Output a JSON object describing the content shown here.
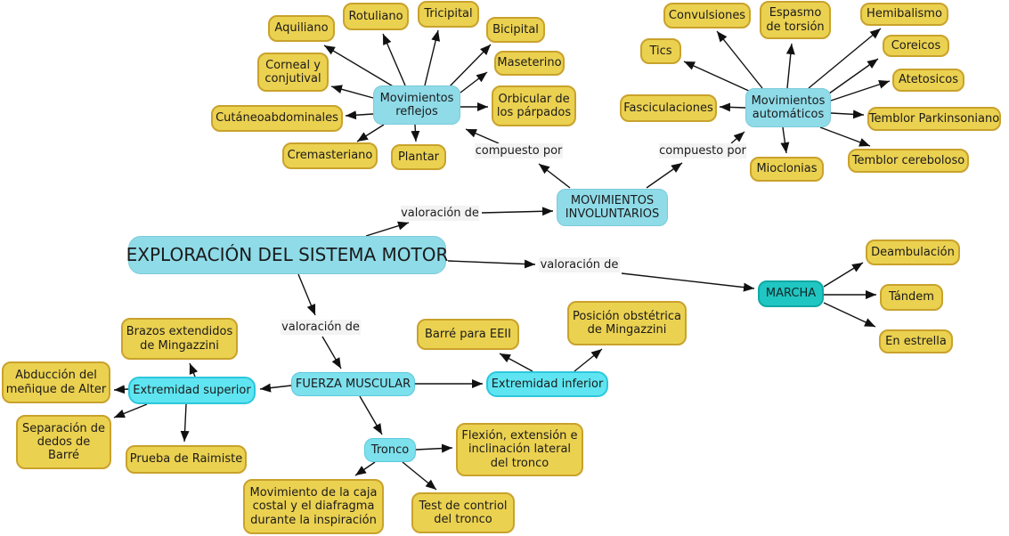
{
  "title": "EXPLORACIÓN DEL SISTEMA MOTOR",
  "canvas": {
    "background": "#FFFFFF"
  },
  "colors": {
    "leaf_fill": "#EBD150",
    "leaf_border": "#C9A22C",
    "concept_fill": "#8FDBE8",
    "concept_bright_fill": "#5FE5F1",
    "concept_bright_border": "#2CC7DC",
    "marcha_fill": "#20C6C2",
    "link_label_bg": "#F3F3F3",
    "arrow": "#111111",
    "text": "#1B1B1B"
  },
  "nodes": [
    {
      "id": "aquiliano",
      "label": "Aquiliano",
      "kind": "leaf"
    },
    {
      "id": "rotuliano",
      "label": "Rotuliano",
      "kind": "leaf"
    },
    {
      "id": "tricipital",
      "label": "Tricipital",
      "kind": "leaf"
    },
    {
      "id": "bicipital",
      "label": "Bicipital",
      "kind": "leaf"
    },
    {
      "id": "corneal-conjutival",
      "label": "Corneal y\nconjutival",
      "kind": "leaf"
    },
    {
      "id": "maseterino",
      "label": "Maseterino",
      "kind": "leaf"
    },
    {
      "id": "cutaneoabdominales",
      "label": "Cutáneoabdominales",
      "kind": "leaf"
    },
    {
      "id": "orbicular-parpados",
      "label": "Orbicular de\nlos párpados",
      "kind": "leaf"
    },
    {
      "id": "cremasteriano",
      "label": "Cremasteriano",
      "kind": "leaf"
    },
    {
      "id": "plantar",
      "label": "Plantar",
      "kind": "leaf"
    },
    {
      "id": "mov-reflejos",
      "label": "Movimientos\nreflejos",
      "kind": "concept"
    },
    {
      "id": "convulsiones",
      "label": "Convulsiones",
      "kind": "leaf"
    },
    {
      "id": "espasmo-torsion",
      "label": "Espasmo\nde torsión",
      "kind": "leaf"
    },
    {
      "id": "hemibalismo",
      "label": "Hemibalismo",
      "kind": "leaf"
    },
    {
      "id": "tics",
      "label": "Tics",
      "kind": "leaf"
    },
    {
      "id": "coreicos",
      "label": "Coreicos",
      "kind": "leaf"
    },
    {
      "id": "atetosicos",
      "label": "Atetosicos",
      "kind": "leaf"
    },
    {
      "id": "fasciculaciones",
      "label": "Fasciculaciones",
      "kind": "leaf"
    },
    {
      "id": "temblor-parkinsoniano",
      "label": "Temblor Parkinsoniano",
      "kind": "leaf"
    },
    {
      "id": "temblor-cereboloso",
      "label": "Temblor cereboloso",
      "kind": "leaf"
    },
    {
      "id": "mioclonias",
      "label": "Mioclonias",
      "kind": "leaf"
    },
    {
      "id": "mov-automaticos",
      "label": "Movimientos\nautomáticos",
      "kind": "concept"
    },
    {
      "id": "mov-involuntarios",
      "label": "MOVIMIENTOS\nINVOLUNTARIOS",
      "kind": "concept"
    },
    {
      "id": "exploracion-sistema-motor",
      "label": "EXPLORACIÓN DEL SISTEMA MOTOR",
      "kind": "main-concept"
    },
    {
      "id": "marcha",
      "label": "MARCHA",
      "kind": "concept-teal"
    },
    {
      "id": "deambulacion",
      "label": "Deambulación",
      "kind": "leaf"
    },
    {
      "id": "tandem",
      "label": "Tándem",
      "kind": "leaf"
    },
    {
      "id": "en-estrella",
      "label": "En estrella",
      "kind": "leaf"
    },
    {
      "id": "fuerza-muscular",
      "label": "FUERZA MUSCULAR",
      "kind": "concept-bright"
    },
    {
      "id": "extremidad-superior",
      "label": "Extremidad superior",
      "kind": "concept-bright"
    },
    {
      "id": "extremidad-inferior",
      "label": "Extremidad inferior",
      "kind": "concept-bright"
    },
    {
      "id": "tronco",
      "label": "Tronco",
      "kind": "concept-bright"
    },
    {
      "id": "brazos-extendidos",
      "label": "Brazos extendidos\nde Mingazzini",
      "kind": "leaf"
    },
    {
      "id": "abduccion-menique",
      "label": "Abducción del\nmeñique de Alter",
      "kind": "leaf"
    },
    {
      "id": "separacion-dedos",
      "label": "Separación de\ndedos de\nBarré",
      "kind": "leaf"
    },
    {
      "id": "prueba-raimiste",
      "label": "Prueba de Raimiste",
      "kind": "leaf"
    },
    {
      "id": "barre-eeii",
      "label": "Barré para EEII",
      "kind": "leaf"
    },
    {
      "id": "posicion-obstetrica",
      "label": "Posición obstétrica\nde Mingazzini",
      "kind": "leaf"
    },
    {
      "id": "flexion-extension",
      "label": "Flexión, extensión e\ninclinación lateral\ndel tronco",
      "kind": "leaf"
    },
    {
      "id": "movimiento-caja",
      "label": "Movimiento de la caja\ncostal y el diafragma\ndurante la inspiración",
      "kind": "leaf"
    },
    {
      "id": "test-control-tronco",
      "label": "Test de contriol\ndel tronco",
      "kind": "leaf"
    },
    {
      "id": "lbl-compuesto-por-1",
      "label": "compuesto por",
      "kind": "link-label"
    },
    {
      "id": "lbl-compuesto-por-2",
      "label": "compuesto por",
      "kind": "link-label"
    },
    {
      "id": "lbl-valoracion-de-1",
      "label": "valoración de",
      "kind": "link-label"
    },
    {
      "id": "lbl-valoracion-de-2",
      "label": "valoración de",
      "kind": "link-label"
    },
    {
      "id": "lbl-valoracion-de-3",
      "label": "valoración de",
      "kind": "link-label"
    }
  ],
  "connections": [
    {
      "from": "exploracion-sistema-motor",
      "label": "valoración de",
      "to": "mov-involuntarios"
    },
    {
      "from": "exploracion-sistema-motor",
      "label": "valoración de",
      "to": "marcha"
    },
    {
      "from": "exploracion-sistema-motor",
      "label": "valoración de",
      "to": "fuerza-muscular"
    },
    {
      "from": "mov-involuntarios",
      "label": "compuesto por",
      "to": "mov-reflejos"
    },
    {
      "from": "mov-involuntarios",
      "label": "compuesto por",
      "to": "mov-automaticos"
    },
    {
      "from": "mov-reflejos",
      "label": "",
      "to": "aquiliano"
    },
    {
      "from": "mov-reflejos",
      "label": "",
      "to": "rotuliano"
    },
    {
      "from": "mov-reflejos",
      "label": "",
      "to": "tricipital"
    },
    {
      "from": "mov-reflejos",
      "label": "",
      "to": "bicipital"
    },
    {
      "from": "mov-reflejos",
      "label": "",
      "to": "corneal-conjutival"
    },
    {
      "from": "mov-reflejos",
      "label": "",
      "to": "maseterino"
    },
    {
      "from": "mov-reflejos",
      "label": "",
      "to": "cutaneoabdominales"
    },
    {
      "from": "mov-reflejos",
      "label": "",
      "to": "orbicular-parpados"
    },
    {
      "from": "mov-reflejos",
      "label": "",
      "to": "cremasteriano"
    },
    {
      "from": "mov-reflejos",
      "label": "",
      "to": "plantar"
    },
    {
      "from": "mov-automaticos",
      "label": "",
      "to": "convulsiones"
    },
    {
      "from": "mov-automaticos",
      "label": "",
      "to": "espasmo-torsion"
    },
    {
      "from": "mov-automaticos",
      "label": "",
      "to": "hemibalismo"
    },
    {
      "from": "mov-automaticos",
      "label": "",
      "to": "tics"
    },
    {
      "from": "mov-automaticos",
      "label": "",
      "to": "coreicos"
    },
    {
      "from": "mov-automaticos",
      "label": "",
      "to": "atetosicos"
    },
    {
      "from": "mov-automaticos",
      "label": "",
      "to": "fasciculaciones"
    },
    {
      "from": "mov-automaticos",
      "label": "",
      "to": "temblor-parkinsoniano"
    },
    {
      "from": "mov-automaticos",
      "label": "",
      "to": "temblor-cereboloso"
    },
    {
      "from": "mov-automaticos",
      "label": "",
      "to": "mioclonias"
    },
    {
      "from": "marcha",
      "label": "",
      "to": "deambulacion"
    },
    {
      "from": "marcha",
      "label": "",
      "to": "tandem"
    },
    {
      "from": "marcha",
      "label": "",
      "to": "en-estrella"
    },
    {
      "from": "fuerza-muscular",
      "label": "",
      "to": "extremidad-superior"
    },
    {
      "from": "fuerza-muscular",
      "label": "",
      "to": "extremidad-inferior"
    },
    {
      "from": "fuerza-muscular",
      "label": "",
      "to": "tronco"
    },
    {
      "from": "extremidad-superior",
      "label": "",
      "to": "brazos-extendidos"
    },
    {
      "from": "extremidad-superior",
      "label": "",
      "to": "abduccion-menique"
    },
    {
      "from": "extremidad-superior",
      "label": "",
      "to": "separacion-dedos"
    },
    {
      "from": "extremidad-superior",
      "label": "",
      "to": "prueba-raimiste"
    },
    {
      "from": "extremidad-inferior",
      "label": "",
      "to": "barre-eeii"
    },
    {
      "from": "extremidad-inferior",
      "label": "",
      "to": "posicion-obstetrica"
    },
    {
      "from": "tronco",
      "label": "",
      "to": "flexion-extension"
    },
    {
      "from": "tronco",
      "label": "",
      "to": "movimiento-caja"
    },
    {
      "from": "tronco",
      "label": "",
      "to": "test-control-tronco"
    }
  ]
}
